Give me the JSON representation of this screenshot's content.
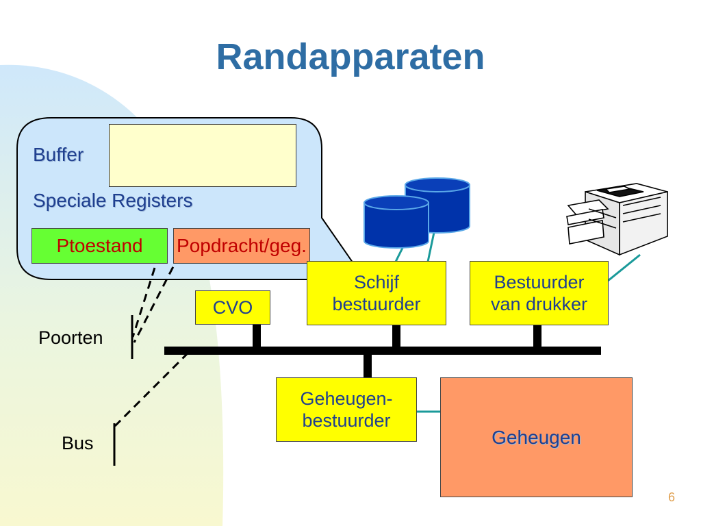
{
  "slide": {
    "title": "Randapparaten",
    "page_number": "6"
  },
  "callout": {
    "buffer_label": "Buffer",
    "special_registers_label": "Speciale Registers",
    "register_status": {
      "main": "P",
      "subscript": "toestand"
    },
    "register_command": {
      "main": "P",
      "subscript": "opdracht/geg."
    }
  },
  "components": {
    "cvo": "CVO",
    "disk_controller": [
      "Schijf",
      "bestuurder"
    ],
    "printer_controller": [
      "Bestuurder",
      "van drukker"
    ],
    "memory_controller": [
      "Geheugen-",
      "bestuurder"
    ],
    "memory": "Geheugen"
  },
  "labels": {
    "ports": "Poorten",
    "bus": "Bus"
  },
  "colors": {
    "title": "#2e6da4",
    "controller_fill": "#ffff00",
    "memory_fill": "#ff9966",
    "register_status_fill": "#66ff33",
    "register_command_fill": "#ff9966",
    "buffer_fill": "#ffffcc",
    "callout_fill": "#cce6fb",
    "disk_fill": "#0033aa",
    "connector": "#1a9a9a"
  }
}
